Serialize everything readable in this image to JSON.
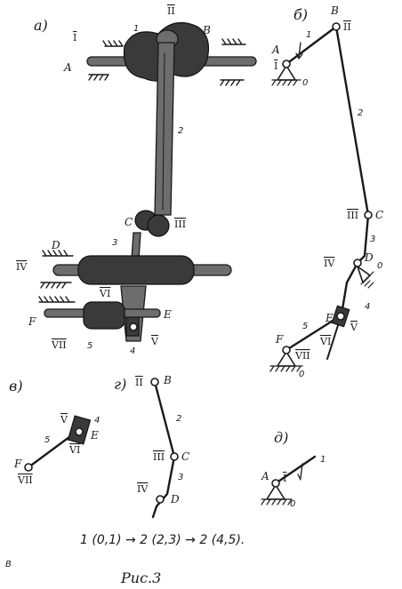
{
  "panels": {
    "a": "а)",
    "b": "б)",
    "v": "в)",
    "g": "г)",
    "d": "д)"
  },
  "labels": {
    "A": "A",
    "B": "B",
    "C": "C",
    "D": "D",
    "E": "E",
    "F": "F",
    "O": "0",
    "O2": "0",
    "O3": "0"
  },
  "links": {
    "l1": "1",
    "l2": "2",
    "l3": "3",
    "l4": "4",
    "l5": "5"
  },
  "pairs": {
    "I": "I",
    "II": "II",
    "III": "III",
    "IV": "IV",
    "V": "V",
    "VI": "VI",
    "VII": "VII"
  },
  "formula": "1 (0,1) → 2 (2,3) → 2 (4,5).",
  "caption": "Рис.3",
  "corner_mark": "В"
}
